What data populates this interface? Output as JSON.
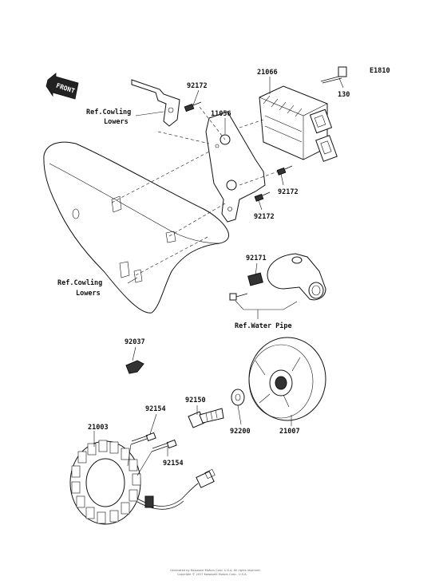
{
  "diagram": {
    "code": "E1810",
    "front_badge": "FRONT",
    "footer": "Generated by Kawasaki Motors Corp. U.S.A. All rights reserved.",
    "footer_line2": "Copyright © 2017 Kawasaki Motors Corp., U.S.A."
  },
  "parts": {
    "p92172_top": "92172",
    "p21066": "21066",
    "p130": "130",
    "p11056": "11056",
    "p92172_mid": "92172",
    "p92172_low": "92172",
    "p92171": "92171",
    "p92037": "92037",
    "p92150": "92150",
    "p92154_a": "92154",
    "p21003": "21003",
    "p92154_b": "92154",
    "p92200": "92200",
    "p21007": "21007"
  },
  "refs": {
    "cowling_top_1": "Ref.Cowling",
    "cowling_top_2": "Lowers",
    "cowling_low_1": "Ref.Cowling",
    "cowling_low_2": "Lowers",
    "water_pipe": "Ref.Water Pipe"
  }
}
